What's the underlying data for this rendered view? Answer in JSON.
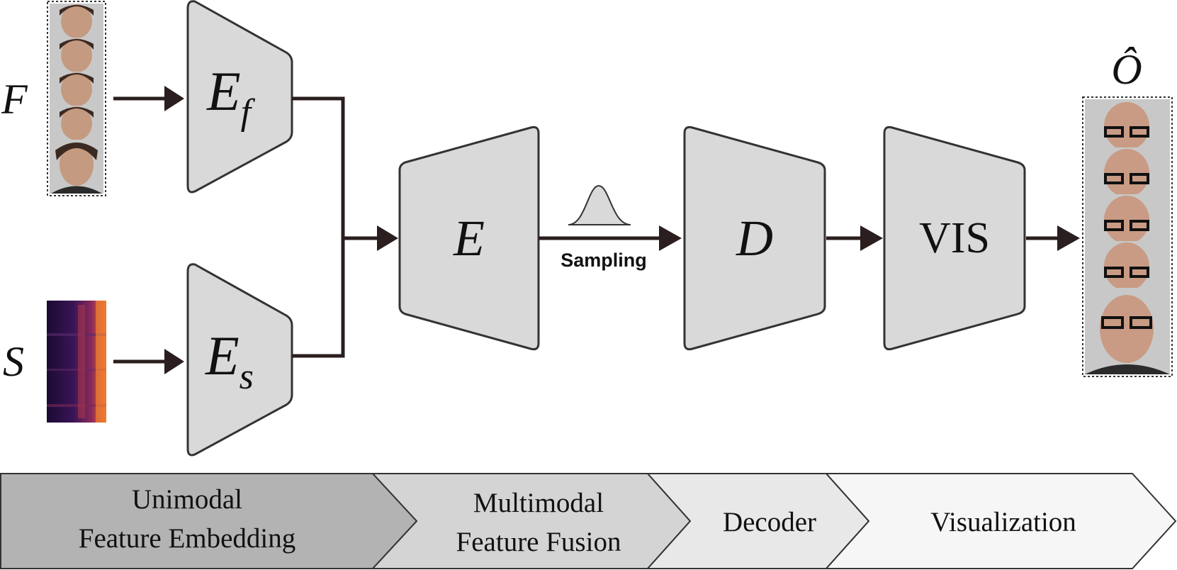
{
  "inputs": {
    "face_symbol": "F",
    "speech_symbol": "S"
  },
  "output": {
    "symbol": "Ô"
  },
  "modules": {
    "face_encoder": {
      "main": "E",
      "sub": "f"
    },
    "speech_encoder": {
      "main": "E",
      "sub": "s"
    },
    "fusion_encoder": {
      "label": "E"
    },
    "decoder": {
      "label": "D"
    },
    "visualizer": {
      "label": "VIS"
    }
  },
  "sampling_label": "Sampling",
  "stages": [
    {
      "line1": "Unimodal",
      "line2": "Feature Embedding",
      "color": "#b3b3b3"
    },
    {
      "line1": "Multimodal",
      "line2": "Feature Fusion",
      "color": "#d4d4d4"
    },
    {
      "line1": "Decoder",
      "color": "#e8e8e8"
    },
    {
      "line1": "Visualization",
      "color": "#f6f6f6"
    }
  ],
  "colors": {
    "block_fill": "#d9d9d9",
    "arrow": "#2a1e1e"
  }
}
